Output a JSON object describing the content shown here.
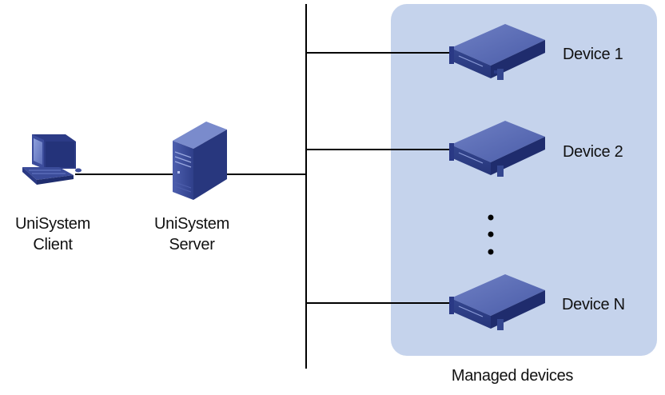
{
  "client": {
    "label_line1": "UniSystem",
    "label_line2": "Client"
  },
  "server": {
    "label_line1": "UniSystem",
    "label_line2": "Server"
  },
  "devices": [
    {
      "label": "Device 1"
    },
    {
      "label": "Device 2"
    },
    {
      "label": "Device N"
    }
  ],
  "group": {
    "label": "Managed devices"
  },
  "colors": {
    "group_background": "#c5d3ec",
    "device_blue": "#3d4f9e",
    "line": "#000000"
  }
}
